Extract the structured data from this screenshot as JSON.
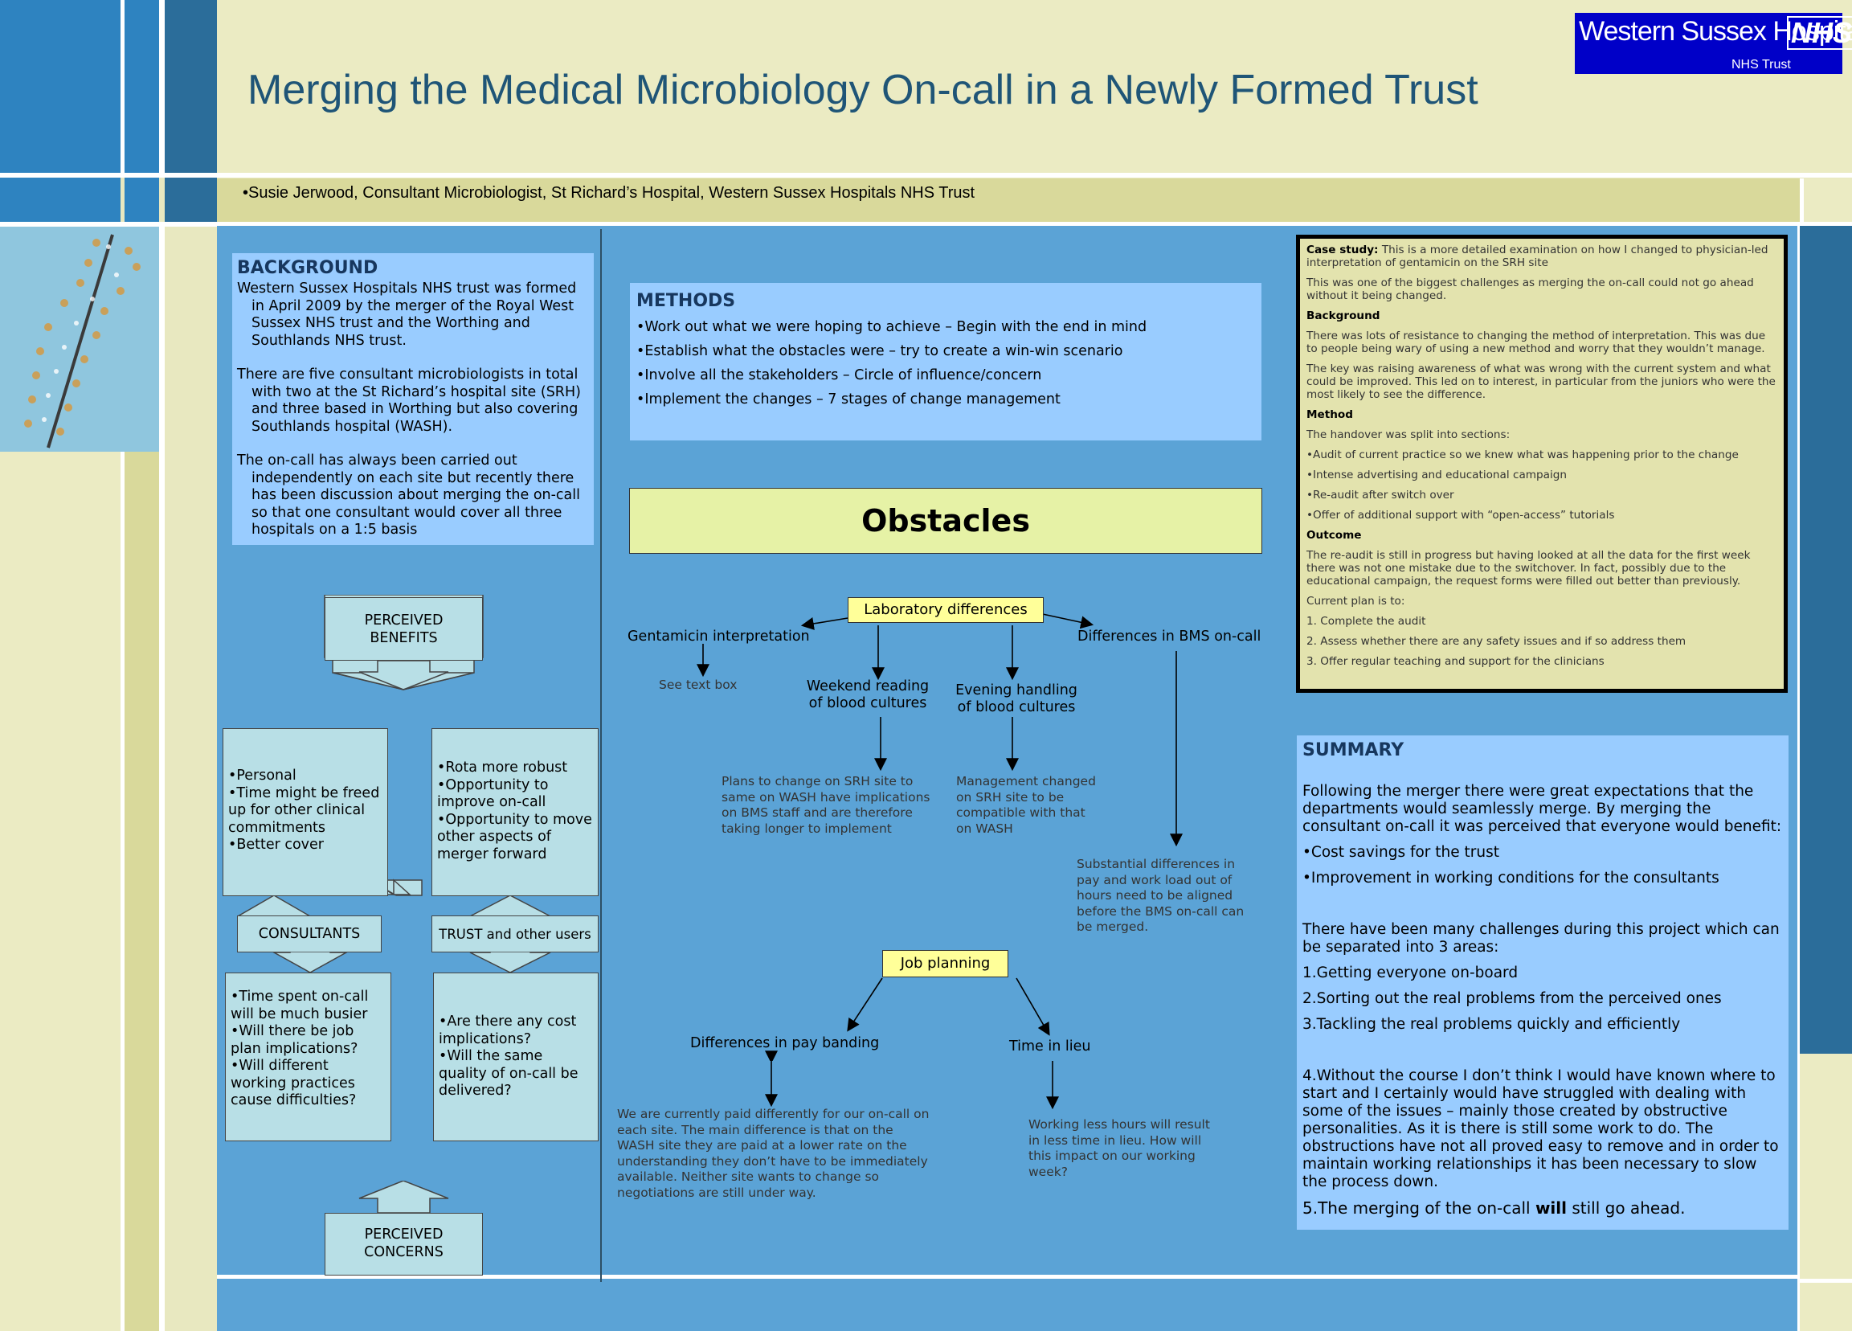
{
  "header": {
    "title": "Merging the Medical Microbiology On-call in a Newly Formed Trust",
    "author": "•Susie Jerwood, Consultant Microbiologist, St Richard’s Hospital, Western Sussex Hospitals NHS Trust",
    "logo": {
      "main": "Western Sussex Hospitals",
      "nhs": "NHS",
      "trust": "NHS Trust"
    }
  },
  "background": {
    "title": "BACKGROUND",
    "paragraphs": [
      "Western Sussex Hospitals NHS trust was formed in April 2009  by the merger of the Royal West Sussex NHS trust and the Worthing and Southlands NHS trust.",
      "There are five consultant microbiologists in total with two at the St Richard’s hospital site (SRH) and three based in Worthing but also covering Southlands hospital (WASH).",
      "The on-call has always been carried out independently on each site but recently there has been discussion about merging the on-call so that one consultant would cover all three hospitals on a 1:5 basis"
    ]
  },
  "diagram": {
    "perceived_benefits": "PERCEIVED BENEFITS",
    "perceived_concerns": "PERCEIVED CONCERNS",
    "consultants": "CONSULTANTS",
    "trust_users": "TRUST and other users",
    "consultant_benefits": [
      "•Personal",
      "•Time might be freed up for other clinical commitments",
      "•Better cover"
    ],
    "trust_benefits": [
      "•Rota more robust",
      "•Opportunity to improve on-call",
      "•Opportunity to move other aspects of merger forward"
    ],
    "consultant_concerns": [
      "•Time spent on-call will be much busier",
      "•Will there be job plan implications?",
      "•Will different working practices cause difficulties?"
    ],
    "trust_concerns": [
      "•Are there any cost implications?",
      "•Will the same quality of on-call be delivered?"
    ]
  },
  "methods": {
    "title": "METHODS",
    "items": [
      "•Work out what we were hoping to achieve – Begin with the end in mind",
      "•Establish what the obstacles were – try to create a win-win scenario",
      "•Involve all the stakeholders – Circle of influence/concern",
      "•Implement the changes – 7 stages of change management"
    ]
  },
  "obstacles": {
    "title": "Obstacles",
    "lab_diff": "Laboratory differences",
    "gentamicin": "Gentamicin interpretation",
    "see_text_box": "See text box",
    "weekend": "Weekend reading of blood cultures",
    "evening": "Evening handling of blood cultures",
    "bms": "Differences in BMS on-call",
    "weekend_note": "Plans to change on SRH site to same on WASH have implications on BMS staff and are therefore taking longer to implement",
    "evening_note": "Management changed on SRH site to be compatible with that on WASH",
    "bms_note": "Substantial differences in pay and work load out of hours need to be aligned before the BMS on-call can be merged.",
    "job_planning": "Job planning",
    "pay_banding": "Differences in pay banding",
    "time_in_lieu": "Time in lieu",
    "pay_note": "We are currently paid differently for our on-call on each site. The main difference is that on the WASH site they are paid at a lower rate on the understanding they don’t have to be immediately available. Neither site wants to change so negotiations are still under way.",
    "lieu_note": "Working less hours will result in less time in lieu. How will this impact on our working week?"
  },
  "case_study": {
    "intro_label": "Case study:",
    "intro": " This is a more detailed examination on how I changed to physician-led interpretation of gentamicin on the SRH site",
    "p1": "This was one of the biggest challenges as merging the on-call could not go ahead without it being changed.",
    "h_background": "Background",
    "p2": "There was lots of resistance to changing the method of interpretation. This was due to people being wary of using a new method and worry that they wouldn’t manage.",
    "p3": "The key was raising awareness of what was wrong with the current system and what could be improved. This led on to interest, in particular from the juniors who were the most likely to see the difference.",
    "h_method": "Method",
    "p4": "The handover was split into sections:",
    "method_items": [
      "•Audit of current practice so we knew what was happening prior to the change",
      "•Intense advertising and educational campaign",
      "•Re-audit after switch over",
      "•Offer of additional support with “open-access” tutorials"
    ],
    "h_outcome": "Outcome",
    "p5": "The re-audit is still in progress but having looked at all the data for the first week there was not one mistake due to the switchover. In fact, possibly due to the educational campaign, the request forms were filled out better than previously.",
    "p6": "Current plan is to:",
    "plan_items": [
      "1. Complete the audit",
      "2. Assess whether there are any safety issues and if so address them",
      "3. Offer regular teaching and support for the clinicians"
    ]
  },
  "summary": {
    "title": "SUMMARY",
    "p1": "Following the merger there were great expectations that the departments would seamlessly merge. By merging the consultant on-call it was perceived that everyone would benefit:",
    "benefits": [
      "•Cost savings for the trust",
      "•Improvement in working conditions for the consultants"
    ],
    "p2": "There have been many challenges during this project which can be separated into 3 areas:",
    "areas": [
      "1.Getting everyone on-board",
      "2.Sorting out the real problems from the perceived ones",
      "3.Tackling the real problems quickly and efficiently"
    ],
    "p4": "4.Without the course I don’t think I would have known where to start and I certainly would have struggled with dealing with some of the issues – mainly those created by obstructive personalities. As it is there is still some work to do. The obstructions have not all proved easy to remove and in order to maintain working relationships it has been necessary to slow the process down.",
    "p5_a": "5.The merging of the on-call ",
    "p5_bold": "will",
    "p5_b": " still go ahead."
  }
}
